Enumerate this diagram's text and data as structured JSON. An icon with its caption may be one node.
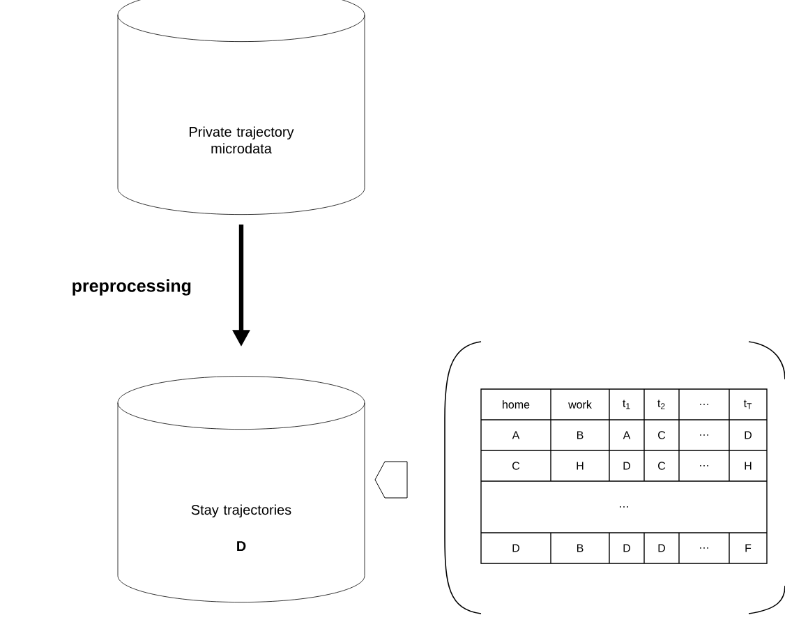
{
  "diagram": {
    "nodes": [
      {
        "text": [
          "Private trajectory microdata"
        ]
      },
      {
        "text": [
          "Stay trajectories",
          "D"
        ]
      }
    ],
    "edges": [
      {
        "from": 0,
        "to": 1,
        "arrow": "to",
        "label": "preprocessing"
      }
    ],
    "labels": [
      "home",
      "work",
      "t$_{1}$",
      "t$_{2}$",
      "…",
      "t$_{T}$",
      "A",
      "B",
      "A",
      "C",
      "…",
      "D",
      "C",
      "H",
      "D",
      "C",
      "…",
      "H",
      "…",
      "D",
      "B",
      "D",
      "D",
      "…",
      "F"
    ]
  }
}
